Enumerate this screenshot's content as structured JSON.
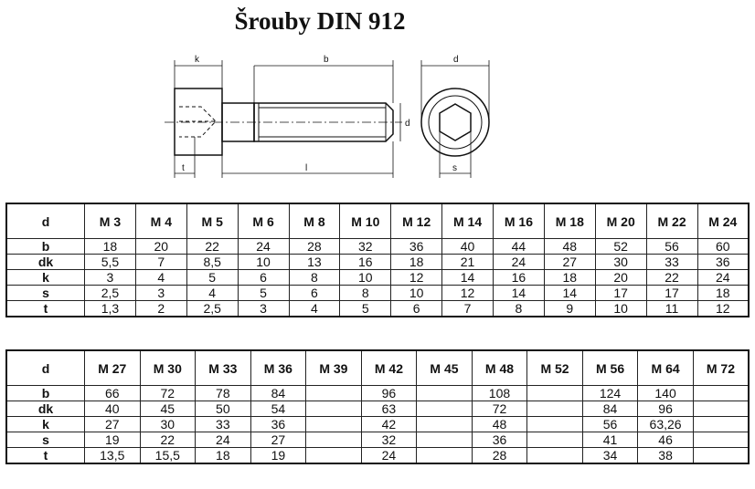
{
  "title": "Šrouby DIN 912",
  "diagram_labels": {
    "k": "k",
    "b": "b",
    "d_side": "d",
    "t": "t",
    "l": "l",
    "d_end": "d",
    "s": "s"
  },
  "table1": {
    "row_label_header": "d",
    "sizes": [
      "M 3",
      "M 4",
      "M 5",
      "M 6",
      "M 8",
      "M 10",
      "M 12",
      "M 14",
      "M 16",
      "M 18",
      "M 20",
      "M 22",
      "M 24"
    ],
    "rows": [
      {
        "label": "b",
        "values": [
          "18",
          "20",
          "22",
          "24",
          "28",
          "32",
          "36",
          "40",
          "44",
          "48",
          "52",
          "56",
          "60"
        ]
      },
      {
        "label": "dk",
        "values": [
          "5,5",
          "7",
          "8,5",
          "10",
          "13",
          "16",
          "18",
          "21",
          "24",
          "27",
          "30",
          "33",
          "36"
        ]
      },
      {
        "label": "k",
        "values": [
          "3",
          "4",
          "5",
          "6",
          "8",
          "10",
          "12",
          "14",
          "16",
          "18",
          "20",
          "22",
          "24"
        ]
      },
      {
        "label": "s",
        "values": [
          "2,5",
          "3",
          "4",
          "5",
          "6",
          "8",
          "10",
          "12",
          "14",
          "14",
          "17",
          "17",
          "18"
        ]
      },
      {
        "label": "t",
        "values": [
          "1,3",
          "2",
          "2,5",
          "3",
          "4",
          "5",
          "6",
          "7",
          "8",
          "9",
          "10",
          "11",
          "12"
        ]
      }
    ]
  },
  "table2": {
    "row_label_header": "d",
    "sizes": [
      "M 27",
      "M 30",
      "M 33",
      "M 36",
      "M 39",
      "M 42",
      "M 45",
      "M 48",
      "M 52",
      "M 56",
      "M 64",
      "M 72"
    ],
    "rows": [
      {
        "label": "b",
        "values": [
          "66",
          "72",
          "78",
          "84",
          "",
          "96",
          "",
          "108",
          "",
          "124",
          "140",
          ""
        ]
      },
      {
        "label": "dk",
        "values": [
          "40",
          "45",
          "50",
          "54",
          "",
          "63",
          "",
          "72",
          "",
          "84",
          "96",
          ""
        ]
      },
      {
        "label": "k",
        "values": [
          "27",
          "30",
          "33",
          "36",
          "",
          "42",
          "",
          "48",
          "",
          "56",
          "63,26",
          ""
        ]
      },
      {
        "label": "s",
        "values": [
          "19",
          "22",
          "24",
          "27",
          "",
          "32",
          "",
          "36",
          "",
          "41",
          "46",
          ""
        ]
      },
      {
        "label": "t",
        "values": [
          "13,5",
          "15,5",
          "18",
          "19",
          "",
          "24",
          "",
          "28",
          "",
          "34",
          "38",
          ""
        ]
      }
    ]
  }
}
